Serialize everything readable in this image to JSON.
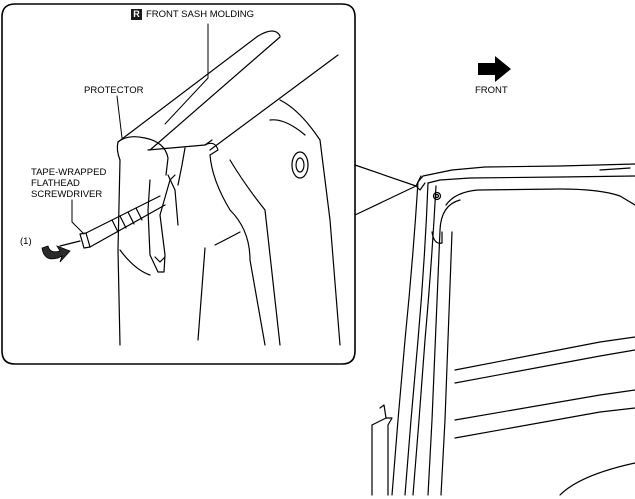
{
  "callout": {
    "side_badge": "R",
    "title": "FRONT SASH MOLDING"
  },
  "labels": {
    "protector": "PROTECTOR",
    "tool_line1": "TAPE-WRAPPED",
    "tool_line2": "FLATHEAD",
    "tool_line3": "SCREWDRIVER",
    "step": "(1)"
  },
  "orientation": {
    "label": "FRONT",
    "arrow_icon": "right-arrow-icon"
  }
}
